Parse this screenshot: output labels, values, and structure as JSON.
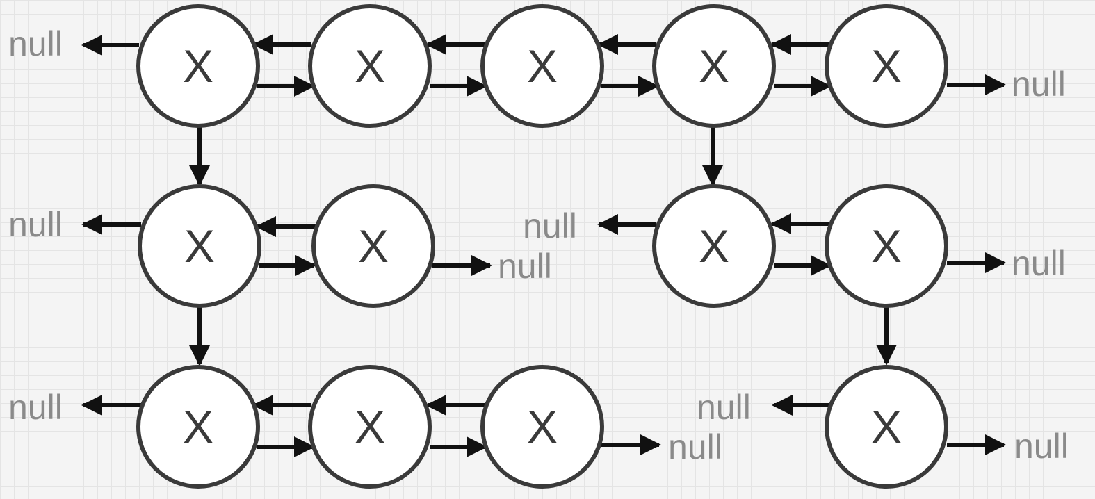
{
  "colors": {
    "background": "#f4f4f4",
    "grid": "#e4e4e4",
    "node_fill": "#ffffff",
    "node_stroke": "#3a3a3a",
    "arrow": "#111111",
    "null_text": "#8a8a8a"
  },
  "nodes": {
    "n1": "X",
    "n2": "X",
    "n3": "X",
    "n4": "X",
    "n5": "X",
    "c1": "X",
    "c2": "X",
    "d1": "X",
    "d2": "X",
    "d3": "X",
    "e1": "X",
    "e2": "X",
    "f1": "X"
  },
  "null_labels": {
    "row1_left": "null",
    "row1_right": "null",
    "row2a_left": "null",
    "row2a_right": "null",
    "row2b_left": "null",
    "row2b_right": "null",
    "row3a_left": "null",
    "row3a_right": "null",
    "row3b_left": "null",
    "row3b_right": "null"
  },
  "links": [
    {
      "from": "n1",
      "to": "n2",
      "type": "next"
    },
    {
      "from": "n2",
      "to": "n1",
      "type": "prev"
    },
    {
      "from": "n2",
      "to": "n3",
      "type": "next"
    },
    {
      "from": "n3",
      "to": "n2",
      "type": "prev"
    },
    {
      "from": "n3",
      "to": "n4",
      "type": "next"
    },
    {
      "from": "n4",
      "to": "n3",
      "type": "prev"
    },
    {
      "from": "n4",
      "to": "n5",
      "type": "next"
    },
    {
      "from": "n5",
      "to": "n4",
      "type": "prev"
    },
    {
      "from": "n1",
      "to": "c1",
      "type": "child"
    },
    {
      "from": "n4",
      "to": "e1",
      "type": "child"
    },
    {
      "from": "c1",
      "to": "c2",
      "type": "next"
    },
    {
      "from": "c2",
      "to": "c1",
      "type": "prev"
    },
    {
      "from": "c1",
      "to": "d1",
      "type": "child"
    },
    {
      "from": "e1",
      "to": "e2",
      "type": "next"
    },
    {
      "from": "e2",
      "to": "e1",
      "type": "prev"
    },
    {
      "from": "e2",
      "to": "f1",
      "type": "child"
    },
    {
      "from": "d1",
      "to": "d2",
      "type": "next"
    },
    {
      "from": "d2",
      "to": "d1",
      "type": "prev"
    },
    {
      "from": "d2",
      "to": "d3",
      "type": "next"
    },
    {
      "from": "d3",
      "to": "d2",
      "type": "prev"
    }
  ]
}
